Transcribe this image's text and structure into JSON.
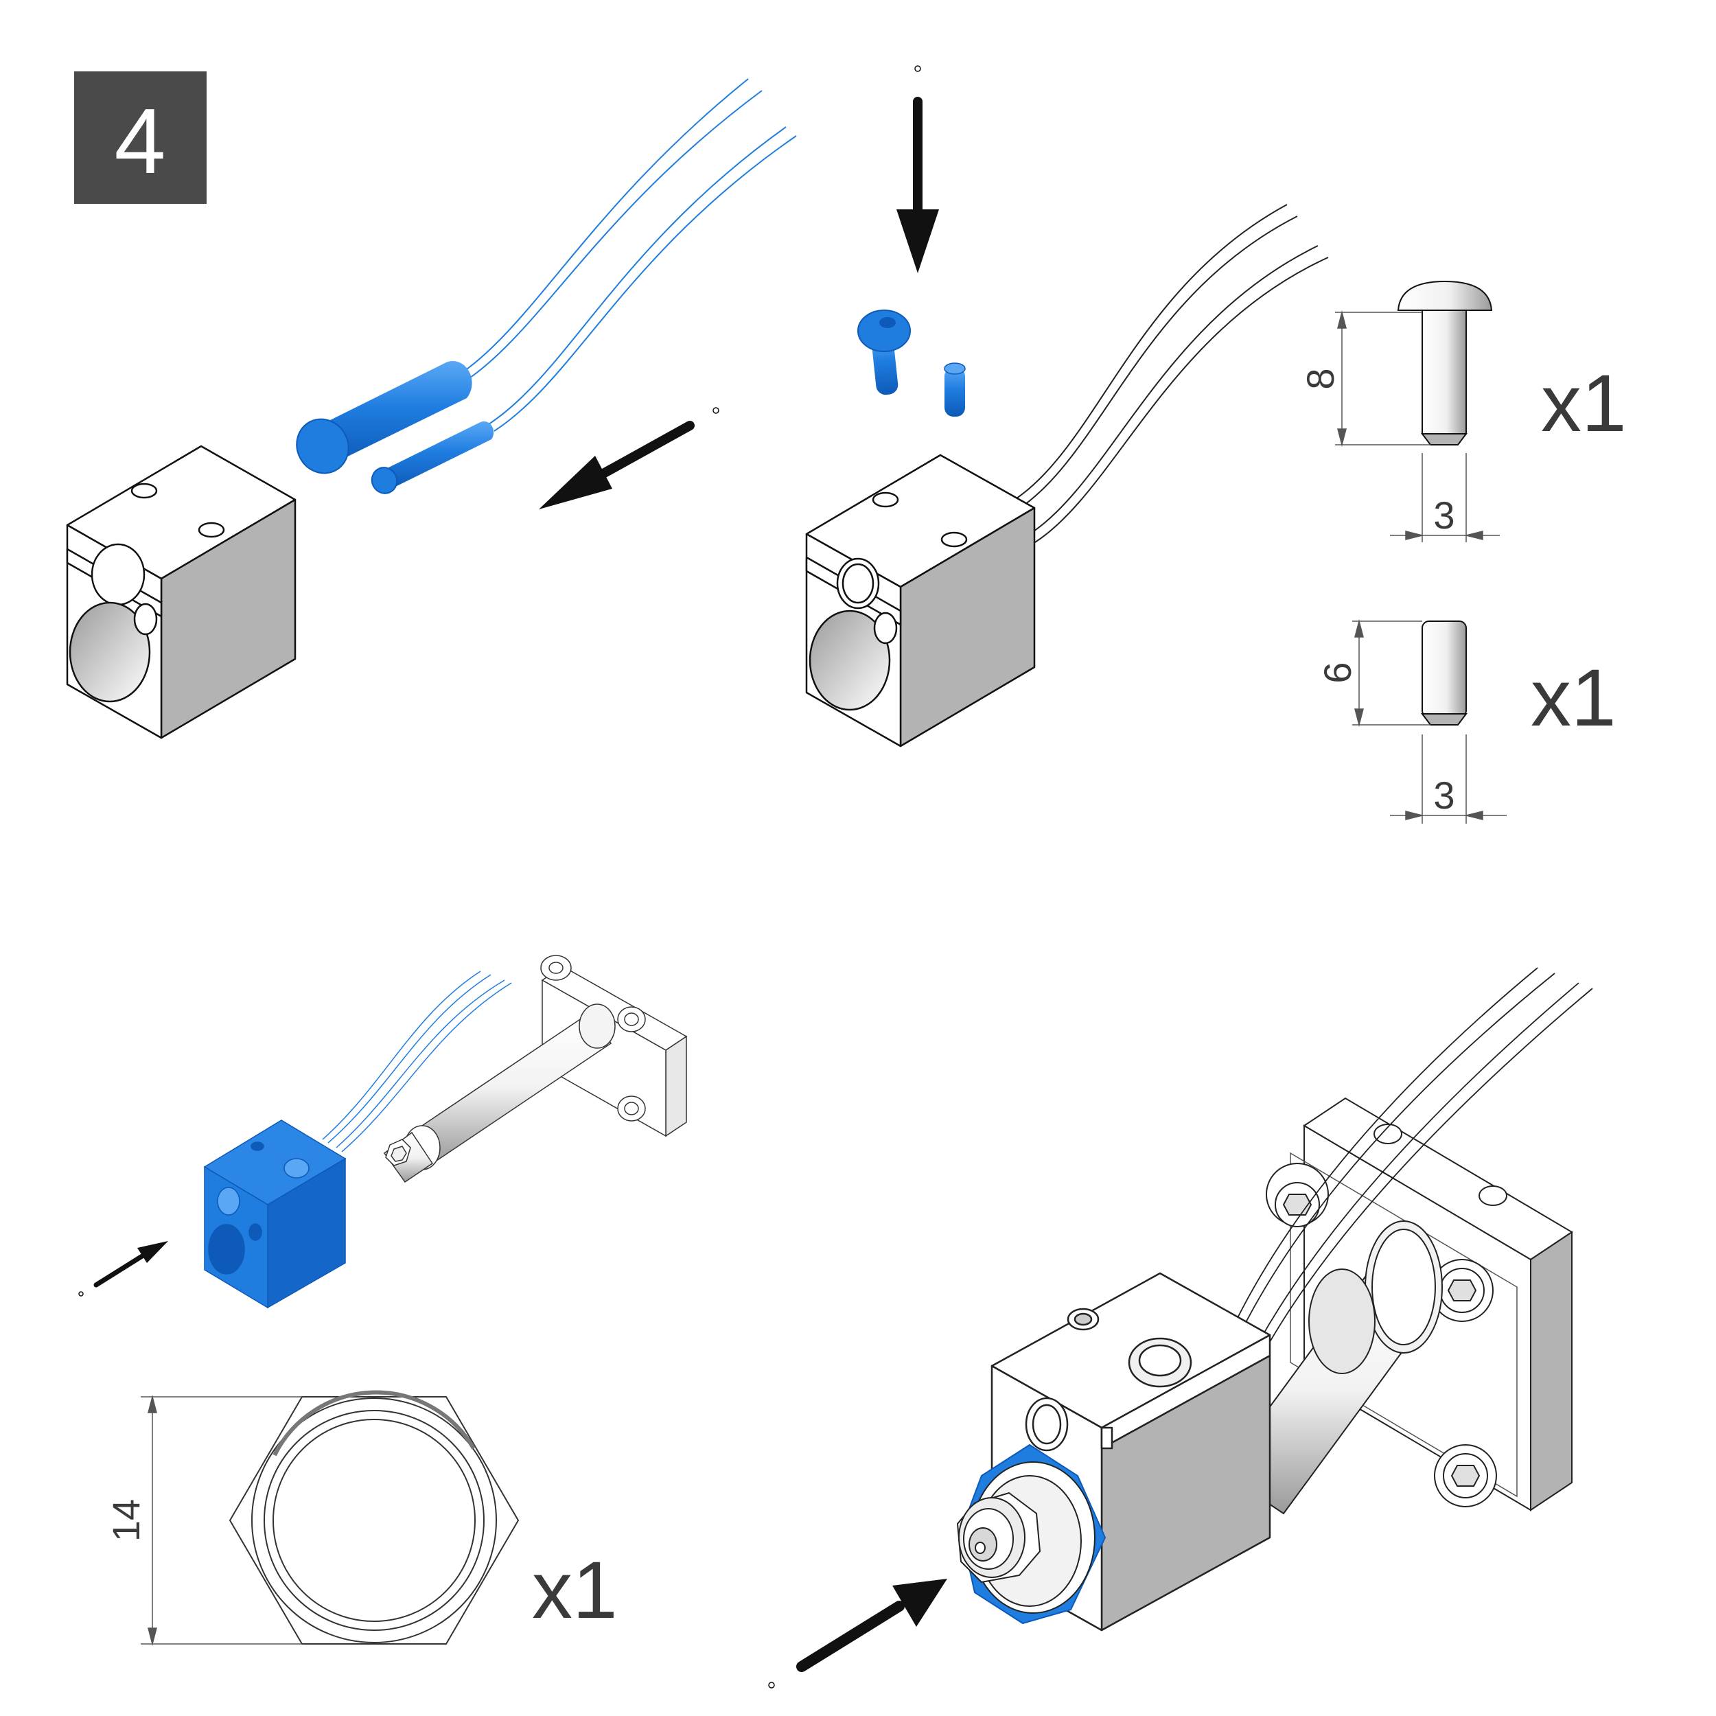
{
  "step": {
    "number": "4"
  },
  "parts": {
    "bolt": {
      "length": "8",
      "diameter": "3",
      "quantity": "x1"
    },
    "pin": {
      "length": "6",
      "diameter": "3",
      "quantity": "x1"
    },
    "nut": {
      "width": "14",
      "quantity": "x1"
    }
  },
  "colors": {
    "highlight": "#1f7de0",
    "arrow": "#111111",
    "step_badge": "#4a4a4a",
    "block_top": "#ffffff",
    "block_front": "#ffffff",
    "block_side": "#b3b3b3",
    "dimension": "#3a3a3a"
  },
  "icons": {
    "arrow": "black-assembly-arrow",
    "heater": "heater-cartridge",
    "sensor": "thermistor",
    "block": "heater-block",
    "bolt": "button-head-bolt",
    "pin": "set-pin",
    "nut": "hex-nut",
    "hotend": "hotend-assembly"
  }
}
